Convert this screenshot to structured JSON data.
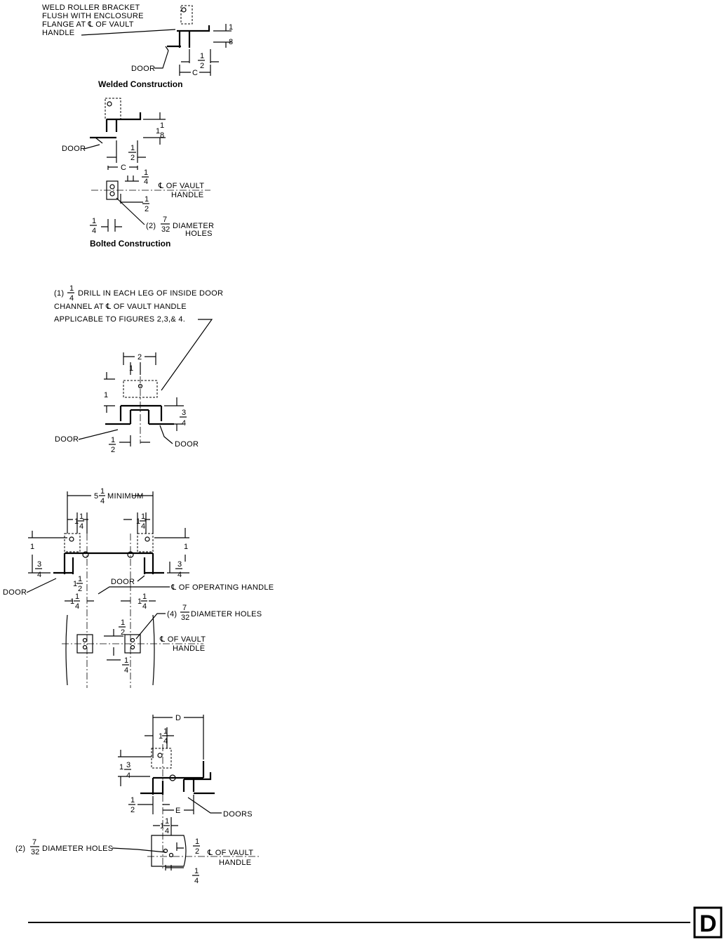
{
  "figure1": {
    "note_line1": "WELD ROLLER BRACKET",
    "note_line2": "FLUSH WITH ENCLOSURE",
    "note_line3": "FLANGE AT ℄ OF VAULT",
    "note_line4": "HANDLE",
    "door": "DOOR",
    "dim_c": "C",
    "dim_1": "1",
    "dim_8": "8",
    "dim_half_num": "1",
    "dim_half_den": "2",
    "caption": "Welded Construction"
  },
  "figure2": {
    "door": "DOOR",
    "dim_c": "C",
    "dim_1": "1",
    "dim_1b": "1",
    "dim_8": "8",
    "dim_half_num": "1",
    "dim_half_den": "2",
    "dim_quarter_num": "1",
    "dim_quarter_den": "4",
    "dim_half2_num": "1",
    "dim_half2_den": "2",
    "dim_quarter2_num": "1",
    "dim_quarter2_den": "4",
    "vault_line1": "℄ OF VAULT",
    "vault_line2": "HANDLE",
    "holes_prefix": "(2)",
    "holes_num": "7",
    "holes_den": "32",
    "holes_line1": "DIAMETER",
    "holes_line2": "HOLES",
    "caption": "Bolted Construction"
  },
  "figure3": {
    "note_prefix": "(1)",
    "note_num": "1",
    "note_den": "4",
    "note_line1": "DRILL IN EACH LEG OF INSIDE DOOR",
    "note_line2": "CHANNEL AT ℄ OF VAULT HANDLE",
    "note_line3": "APPLICABLE TO FIGURES 2,3,& 4.",
    "dim_2": "2",
    "dim_1_top": "1",
    "dim_1_left": "1",
    "dim_34_num": "3",
    "dim_34_den": "4",
    "dim_half_num": "1",
    "dim_half_den": "2",
    "door_left": "DOOR",
    "door_right": "DOOR"
  },
  "figure4": {
    "minimum_whole": "5",
    "minimum_num": "1",
    "minimum_den": "4",
    "minimum_label": "MINIMUM",
    "dim_114_left_whole": "1",
    "dim_114_left_num": "1",
    "dim_114_left_den": "4",
    "dim_114_right_whole": "1",
    "dim_114_right_num": "1",
    "dim_114_right_den": "4",
    "dim_1_left": "1",
    "dim_1_right": "1",
    "dim_34_left_num": "3",
    "dim_34_left_den": "4",
    "dim_34_right_num": "3",
    "dim_34_right_den": "4",
    "door_inner": "DOOR",
    "door_outer": "DOOR",
    "operating_handle": "℄ OF OPERATING HANDLE",
    "dim_112_whole": "1",
    "dim_112_num": "1",
    "dim_112_den": "2",
    "dim_114b_whole": "1",
    "dim_114b_num": "1",
    "dim_114b_den": "4",
    "dim_114c_whole": "1",
    "dim_114c_num": "1",
    "dim_114c_den": "4",
    "holes_prefix": "(4)",
    "holes_num": "7",
    "holes_den": "32",
    "holes_label": "DIAMETER HOLES",
    "dim_half_num": "1",
    "dim_half_den": "2",
    "vault_line1": "℄ OF VAULT",
    "vault_line2": "HANDLE",
    "dim_quarter_num": "1",
    "dim_quarter_den": "4"
  },
  "figure5": {
    "dim_d": "D",
    "dim_114_whole": "1",
    "dim_114_num": "1",
    "dim_114_den": "4",
    "dim_1": "1",
    "dim_34_num": "3",
    "dim_34_den": "4",
    "dim_half_num": "1",
    "dim_half_den": "2",
    "dim_e": "E",
    "doors": "DOORS",
    "dim_114b_whole": "1",
    "dim_114b_num": "1",
    "dim_114b_den": "4",
    "holes_prefix": "(2)",
    "holes_num": "7",
    "holes_den": "32",
    "holes_label": "DIAMETER HOLES",
    "dim_half2_num": "1",
    "dim_half2_den": "2",
    "vault_line1": "℄ OF VAULT",
    "vault_line2": "HANDLE",
    "dim_quarter_num": "1",
    "dim_quarter_den": "4"
  },
  "footer": {
    "logo_letter": "D"
  }
}
